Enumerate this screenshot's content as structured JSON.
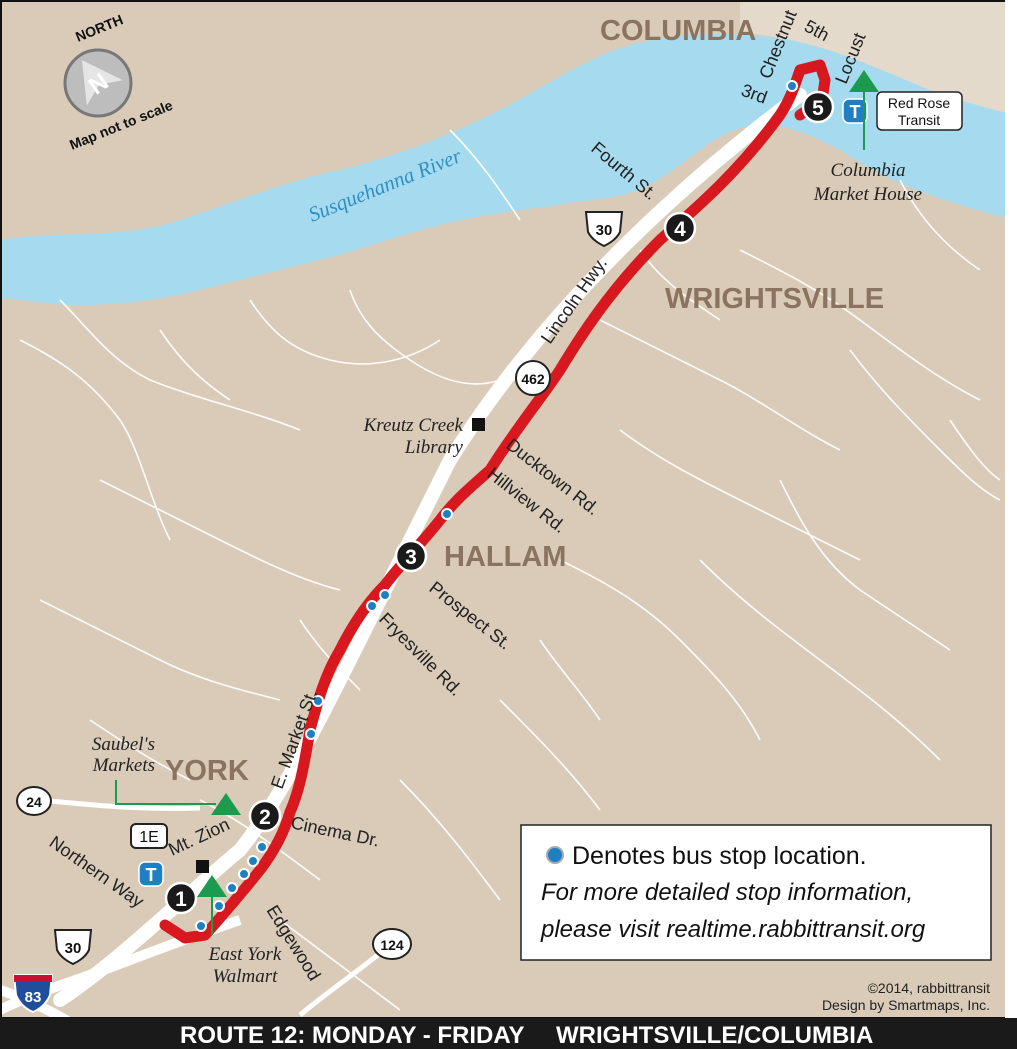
{
  "towns": {
    "columbia": "COLUMBIA",
    "wrightsville": "WRIGHTSVILLE",
    "hallam": "HALLAM",
    "york": "YORK"
  },
  "river": "Susquehanna River",
  "compass": {
    "north": "NORTH",
    "letter": "N",
    "note": "Map not to scale"
  },
  "streets": {
    "chestnut": "Chestnut",
    "fifth": "5th",
    "locust": "Locust",
    "third": "3rd",
    "fourth_st": "Fourth St.",
    "lincoln_hwy": "Lincoln Hwy.",
    "ducktown": "Ducktown Rd.",
    "hillview": "Hillview Rd.",
    "prospect": "Prospect St.",
    "fryesville": "Fryesville Rd.",
    "e_market": "E. Market St.",
    "cinema": "Cinema Dr.",
    "northern_way": "Northern Way",
    "mt_zion": "Mt. Zion",
    "edgewood": "Edgewood"
  },
  "route_shields": {
    "us30_top": "30",
    "pa462": "462",
    "pa24": "24",
    "us30_bottom": "30",
    "i83": "83",
    "pa124": "124",
    "route_1e": "1E"
  },
  "stops": [
    {
      "number": "1"
    },
    {
      "number": "2"
    },
    {
      "number": "3"
    },
    {
      "number": "4"
    },
    {
      "number": "5"
    }
  ],
  "landmarks": {
    "kreutz_creek_line1": "Kreutz Creek",
    "kreutz_creek_line2": "Library",
    "saubels_line1": "Saubel's",
    "saubels_line2": "Markets",
    "east_york_line1": "East York",
    "east_york_line2": "Walmart",
    "columbia_market_line1": "Columbia",
    "columbia_market_line2": "Market House",
    "red_rose_line1": "Red Rose",
    "red_rose_line2": "Transit"
  },
  "transit_icon": "T",
  "legend": {
    "bus_stop": "Denotes bus stop location.",
    "info_line1": "For more detailed stop information,",
    "info_line2": "please visit realtime.rabbittransit.org"
  },
  "credits": {
    "line1": "©2014, rabbittransit",
    "line2": "Design by Smartmaps, Inc."
  },
  "footer": {
    "left": "ROUTE 12: MONDAY - FRIDAY",
    "right": "WRIGHTSVILLE/COLUMBIA"
  },
  "colors": {
    "land": "#d9cbb8",
    "river": "#a6dbef",
    "road_minor": "#ffffff",
    "route": "#d7191f",
    "stop_dot": "#1e7fc2",
    "town_label": "#8a735f",
    "landmark_green": "#1c9b4f",
    "footer_bg": "#1a1a1a"
  }
}
